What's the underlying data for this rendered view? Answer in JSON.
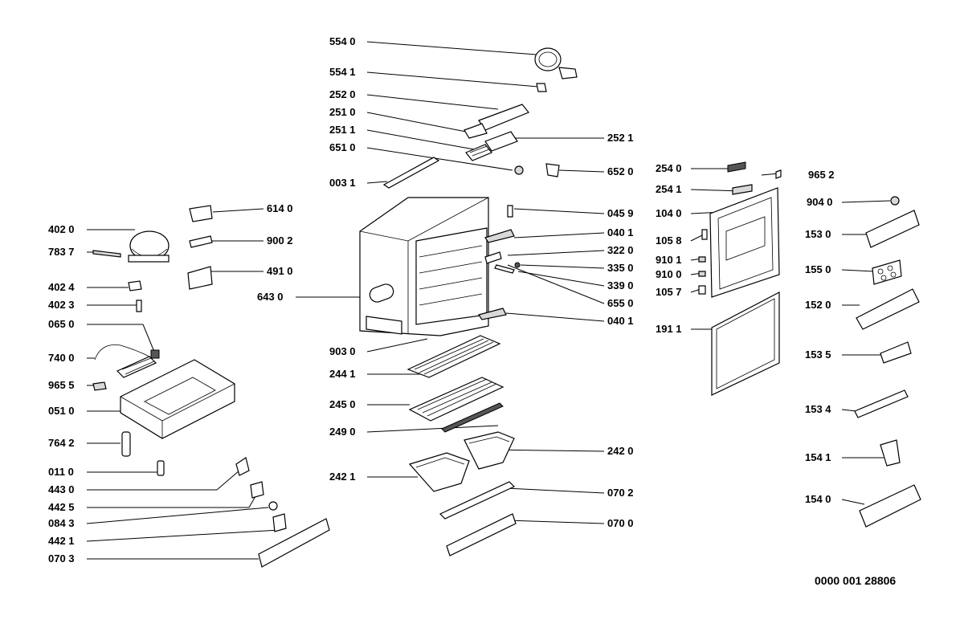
{
  "diagram": {
    "document_code": "0000 001 28806",
    "labels": [
      "554 0",
      "554 1",
      "252 0",
      "251 0",
      "252 1",
      "251 1",
      "651 0",
      "652 0",
      "003 1",
      "254 0",
      "965 2",
      "254 1",
      "614 0",
      "904 0",
      "045 9",
      "104 0",
      "402 0",
      "900 2",
      "153 0",
      "040 1",
      "783 7",
      "105 8",
      "322 0",
      "491 0",
      "910 1",
      "335 0",
      "910 0",
      "155 0",
      "402 4",
      "339 0",
      "105 7",
      "643 0",
      "402 3",
      "655 0",
      "152 0",
      "040 1",
      "065 0",
      "191 1",
      "903 0",
      "153 5",
      "740 0",
      "244 1",
      "965 5",
      "245 0",
      "153 4",
      "051 0",
      "249 0",
      "764 2",
      "242 0",
      "154 1",
      "242 1",
      "011 0",
      "443 0",
      "070 2",
      "154 0",
      "442 5",
      "070 0",
      "084 3",
      "442 1",
      "070 3"
    ]
  }
}
